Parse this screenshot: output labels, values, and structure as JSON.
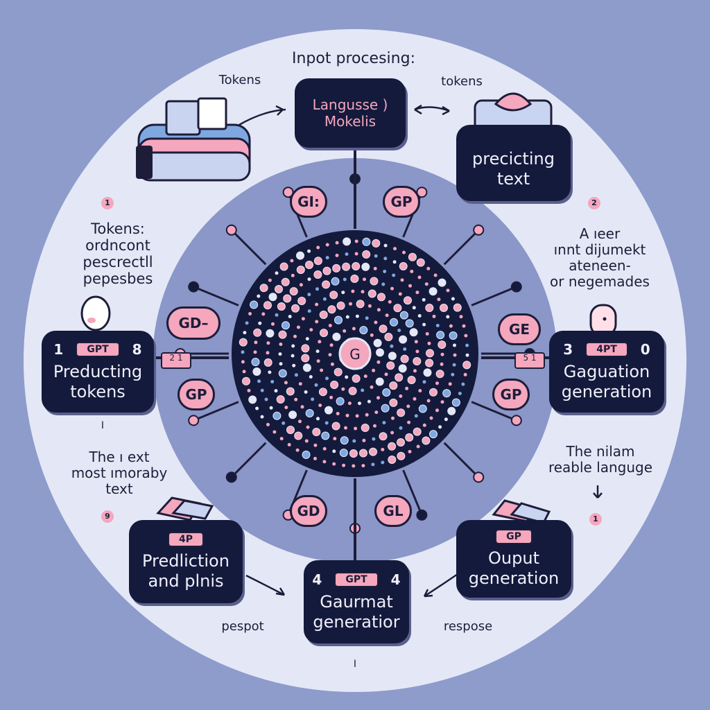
{
  "header": {
    "title": "Inpot procesing:"
  },
  "labels": {
    "top_left": "Tokens",
    "top_right": "tokens",
    "left_block": [
      "Tokens:",
      "ordncont",
      "pescrectll",
      "pepesbes"
    ],
    "right_block": [
      "A ıeer",
      "ınnt dijumekt",
      "ateneen-",
      "or negemades"
    ],
    "lower_left": [
      "The ı ext",
      "most ımoraby",
      "text"
    ],
    "lower_right": [
      "The nilam",
      "reable languge"
    ],
    "bottom_left": "pespot",
    "bottom_right": "respose"
  },
  "badges": {
    "b1": "1",
    "b2": "2",
    "b3": "9",
    "b4": "1",
    "bottom_tick": "I",
    "left_tick": "I"
  },
  "cards": {
    "top": {
      "lines": [
        "Langusse )",
        "Mokelis"
      ]
    },
    "top_right": {
      "lines": [
        "precicting",
        "text"
      ]
    },
    "left": {
      "chip": "GPT",
      "left_num": "1",
      "right_num": "8",
      "lines": [
        "Preducting",
        "tokens"
      ]
    },
    "right": {
      "chip": "4PT",
      "left_num": "3",
      "right_num": "0",
      "lines": [
        "Gaguation",
        "generation"
      ]
    },
    "bottom_left": {
      "chip": "4P",
      "lines": [
        "Predliction",
        "and plnis"
      ]
    },
    "bottom": {
      "chip": "GPT",
      "left_num": "4",
      "right_num": "4",
      "lines": [
        "Gaurmat",
        "generatior"
      ]
    },
    "bottom_right": {
      "chip": "GP",
      "lines": [
        "Ouput",
        "generation"
      ]
    }
  },
  "network": {
    "center_label": "G",
    "pills": {
      "top_left": "GI:",
      "top_right": "GP",
      "left": "GD–",
      "right": "GE",
      "lower_left": "GP",
      "lower_right": "GP",
      "bottom_left": "GD",
      "bottom_right": "GL"
    },
    "spoke_labels": {
      "left": "2 1",
      "right": "5 1"
    }
  },
  "colors": {
    "background": "#8e9ccc",
    "ring": "#e4e8f6",
    "inner": "#8a97c8",
    "hub": "#141a3c",
    "pink": "#f4a7bd",
    "dark": "#141a3c",
    "blue": "#7fa8e0"
  }
}
